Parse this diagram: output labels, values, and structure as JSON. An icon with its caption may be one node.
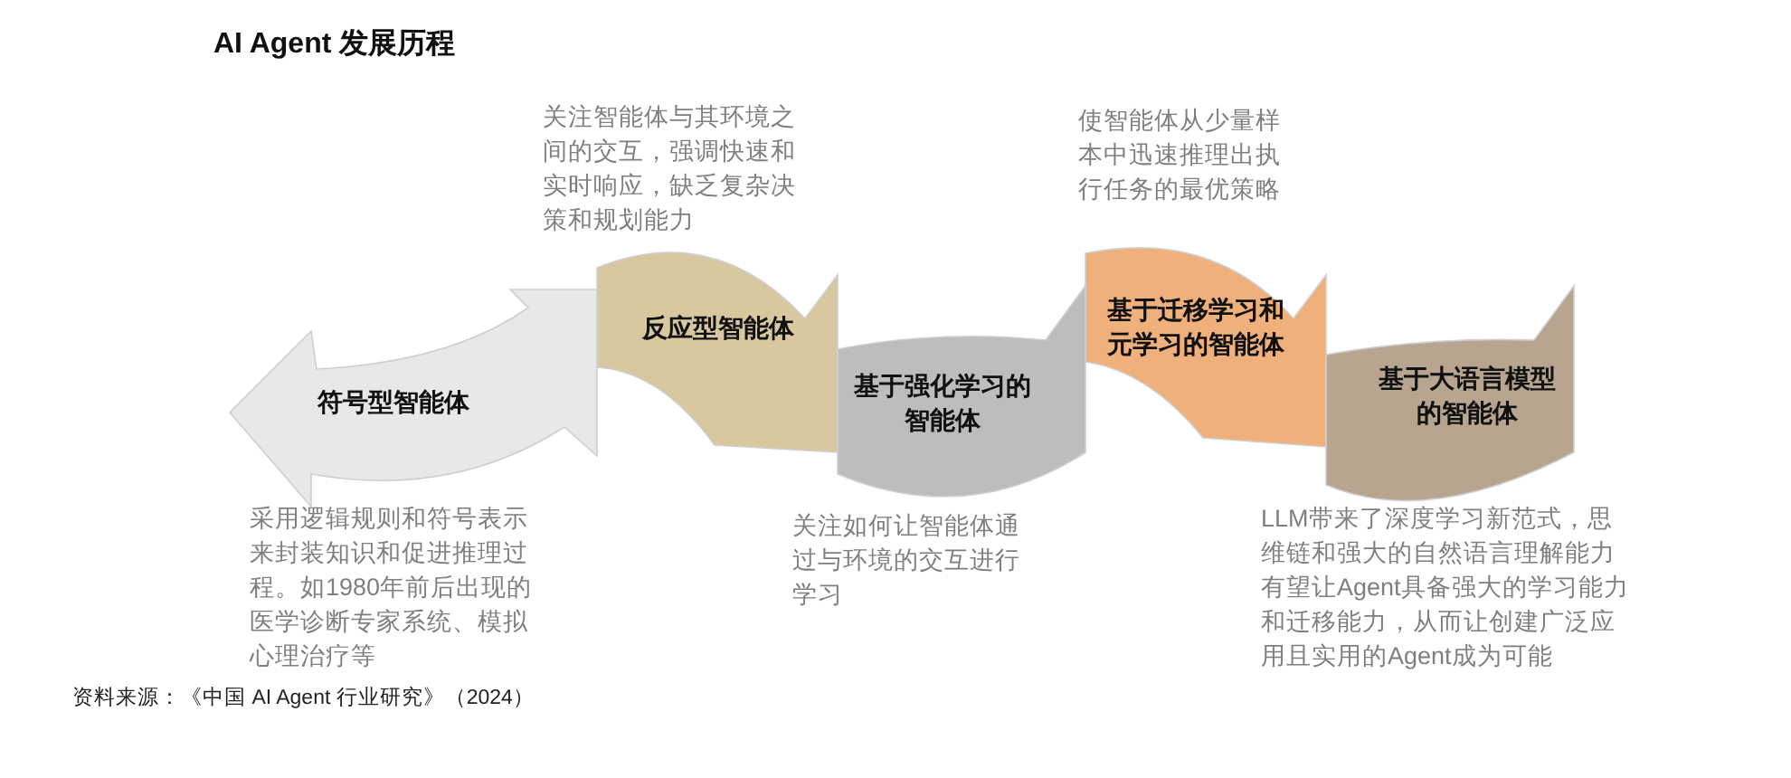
{
  "diagram": {
    "title": "AI Agent 发展历程",
    "nodes": [
      {
        "text": [
          "符号型智能体"
        ],
        "beside": [
          "采用逻辑规则和符号表示来封装知识和促进推理过程。如1980年前后出现的医学诊断专家系统、模拟心理治疗等"
        ]
      },
      {
        "text": [
          "反应型智能体"
        ],
        "beside": [
          "关注智能体与其环境之间的交互，强调快速和实时响应，缺乏复杂决策和规划能力"
        ]
      },
      {
        "text": [
          "基于强化学习的智能体"
        ],
        "beside": [
          "关注如何让智能体通过与环境的交互进行学习"
        ]
      },
      {
        "text": [
          "基于迁移学习和元学习的智能体"
        ],
        "beside": [
          "使智能体从少量样本中迅速推理出执行任务的最优策略"
        ]
      },
      {
        "text": [
          "基于大语言模型的智能体"
        ],
        "beside": [
          "LLM带来了深度学习新范式，思维链和强大的自然语言理解能力有望让Agent具备强大的学习能力和迁移能力，从而让创建广泛应用且实用的Agent成为可能"
        ]
      }
    ],
    "caption": "资料来源：《中国 AI Agent 行业研究》（2024）"
  }
}
